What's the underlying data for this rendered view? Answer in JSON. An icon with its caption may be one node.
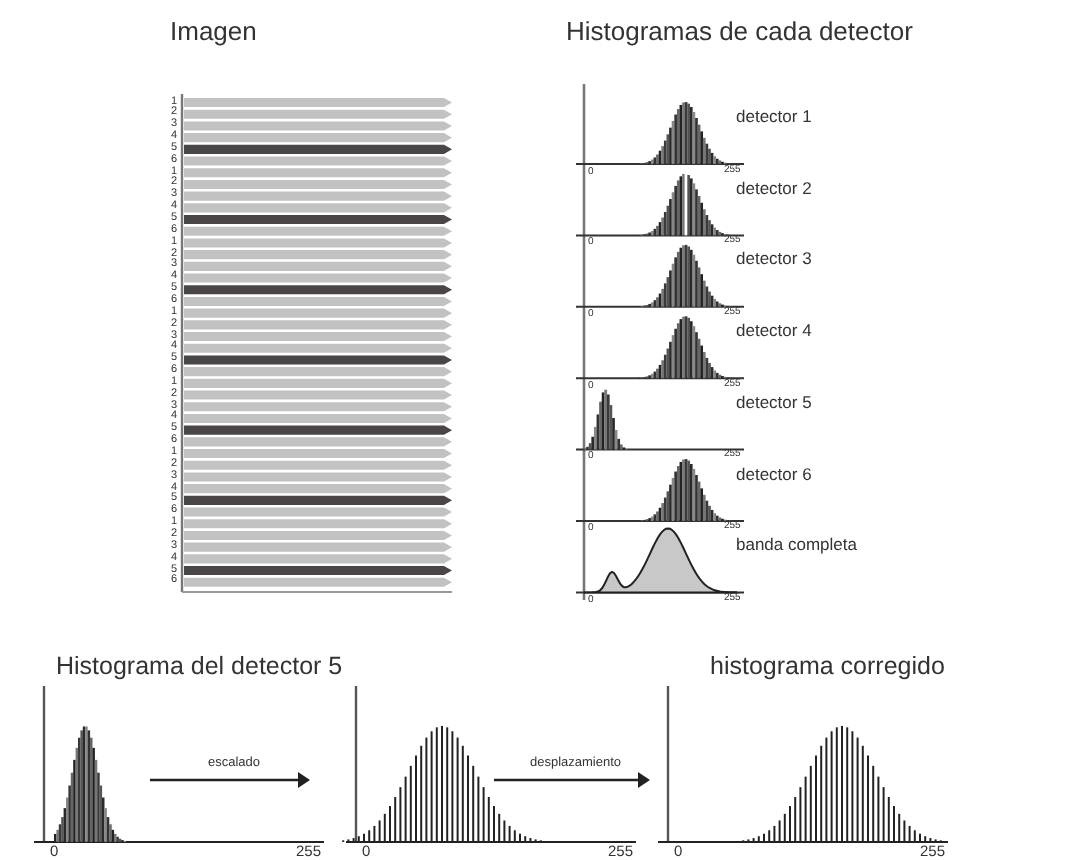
{
  "diagram": {
    "labels": [
      "Imagen",
      "Histogramas de cada detector",
      "1",
      "2",
      "3",
      "4",
      "5",
      "6",
      "1",
      "2",
      "3",
      "4",
      "5",
      "6",
      "1",
      "2",
      "3",
      "4",
      "5",
      "6",
      "1",
      "2",
      "3",
      "4",
      "5",
      "6",
      "1",
      "2",
      "3",
      "4",
      "5",
      "6",
      "1",
      "2",
      "3",
      "4",
      "5",
      "6",
      "1",
      "2",
      "3",
      "4",
      "5",
      "6",
      "detector 1",
      "0",
      "255",
      "detector 2",
      "0",
      "255",
      "detector 3",
      "0",
      "255",
      "detector 4",
      "0",
      "255",
      "detector 5",
      "0",
      "255",
      "detector 6",
      "0",
      "255",
      "banda completa",
      "0",
      "255",
      "Histograma del detector 5",
      "histograma corregido",
      "escalado",
      "desplazamiento",
      "0",
      "255",
      "0",
      "255",
      "0",
      "255"
    ]
  }
}
